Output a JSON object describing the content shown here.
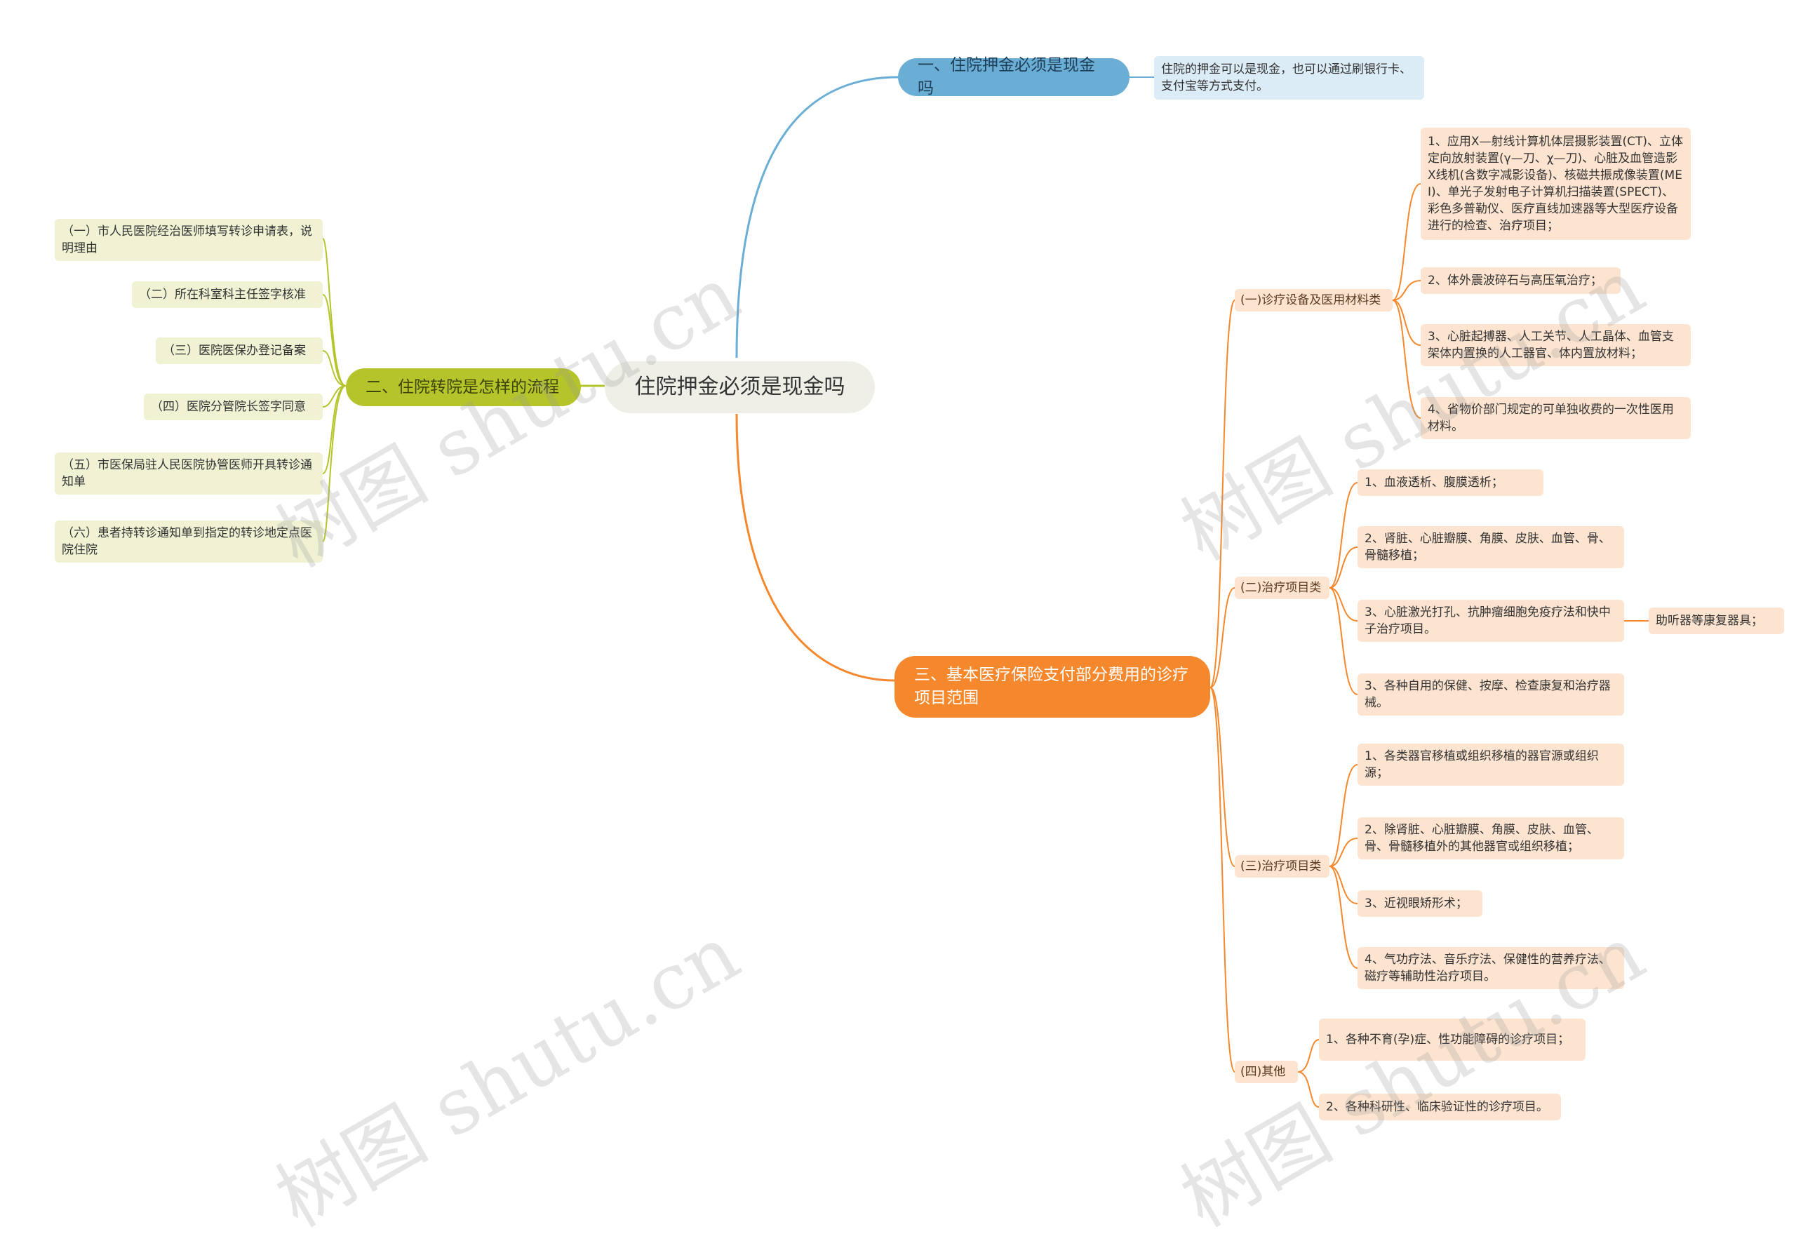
{
  "root": {
    "label": "住院押金必须是现金吗"
  },
  "branch1": {
    "label": "一、住院押金必须是现金吗",
    "note": "住院的押金可以是现金，也可以通过刷银行卡、支付宝等方式支付。"
  },
  "branch2": {
    "label": "二、住院转院是怎样的流程",
    "steps": [
      "（一）市人民医院经治医师填写转诊申请表，说明理由",
      "（二）所在科室科主任签字核准",
      "（三）医院医保办登记备案",
      "（四）医院分管院长签字同意",
      "（五）市医保局驻人民医院协管医师开具转诊通知单",
      "（六）患者持转诊通知单到指定的转诊地定点医院住院"
    ]
  },
  "branch3": {
    "label": "三、基本医疗保险支付部分费用的诊疗项目范围",
    "groups": [
      {
        "label": "(一)诊疗设备及医用材料类",
        "items": [
          "1、应用X—射线计算机体层摄影装置(CT)、立体定向放射装置(γ—刀、χ—刀)、心脏及血管造影X线机(含数字减影设备)、核磁共振成像装置(MEI)、单光子发射电子计算机扫描装置(SPECT)、彩色多普勒仪、医疗直线加速器等大型医疗设备进行的检查、治疗项目；",
          "2、体外震波碎石与高压氧治疗；",
          "3、心脏起搏器、人工关节、人工晶体、血管支架体内置换的人工器官、体内置放材料；",
          "4、省物价部门规定的可单独收费的一次性医用材料。"
        ]
      },
      {
        "label": "(二)治疗项目类",
        "items": [
          "1、血液透析、腹膜透析；",
          "2、肾脏、心脏瓣膜、角膜、皮肤、血管、骨、骨髓移植；",
          "3、心脏激光打孔、抗肿瘤细胞免疫疗法和快中子治疗项目。",
          "3、各种自用的保健、按摩、检查康复和治疗器械。"
        ],
        "extra": "助听器等康复器具；"
      },
      {
        "label": "(三)治疗项目类",
        "items": [
          "1、各类器官移植或组织移植的器官源或组织源；",
          "2、除肾脏、心脏瓣膜、角膜、皮肤、血管、骨、骨髓移植外的其他器官或组织移植；",
          "3、近视眼矫形术；",
          "4、气功疗法、音乐疗法、保健性的营养疗法、磁疗等辅助性治疗项目。"
        ]
      },
      {
        "label": "(四)其他",
        "items": [
          "1、各种不育(孕)症、性功能障碍的诊疗项目；",
          "2、各种科研性、临床验证性的诊疗项目。"
        ]
      }
    ]
  },
  "watermark": "树图 shutu.cn",
  "colors": {
    "blue": "#6aaed6",
    "green": "#b5c42a",
    "orange": "#f5882c",
    "root": "#efefe7"
  }
}
